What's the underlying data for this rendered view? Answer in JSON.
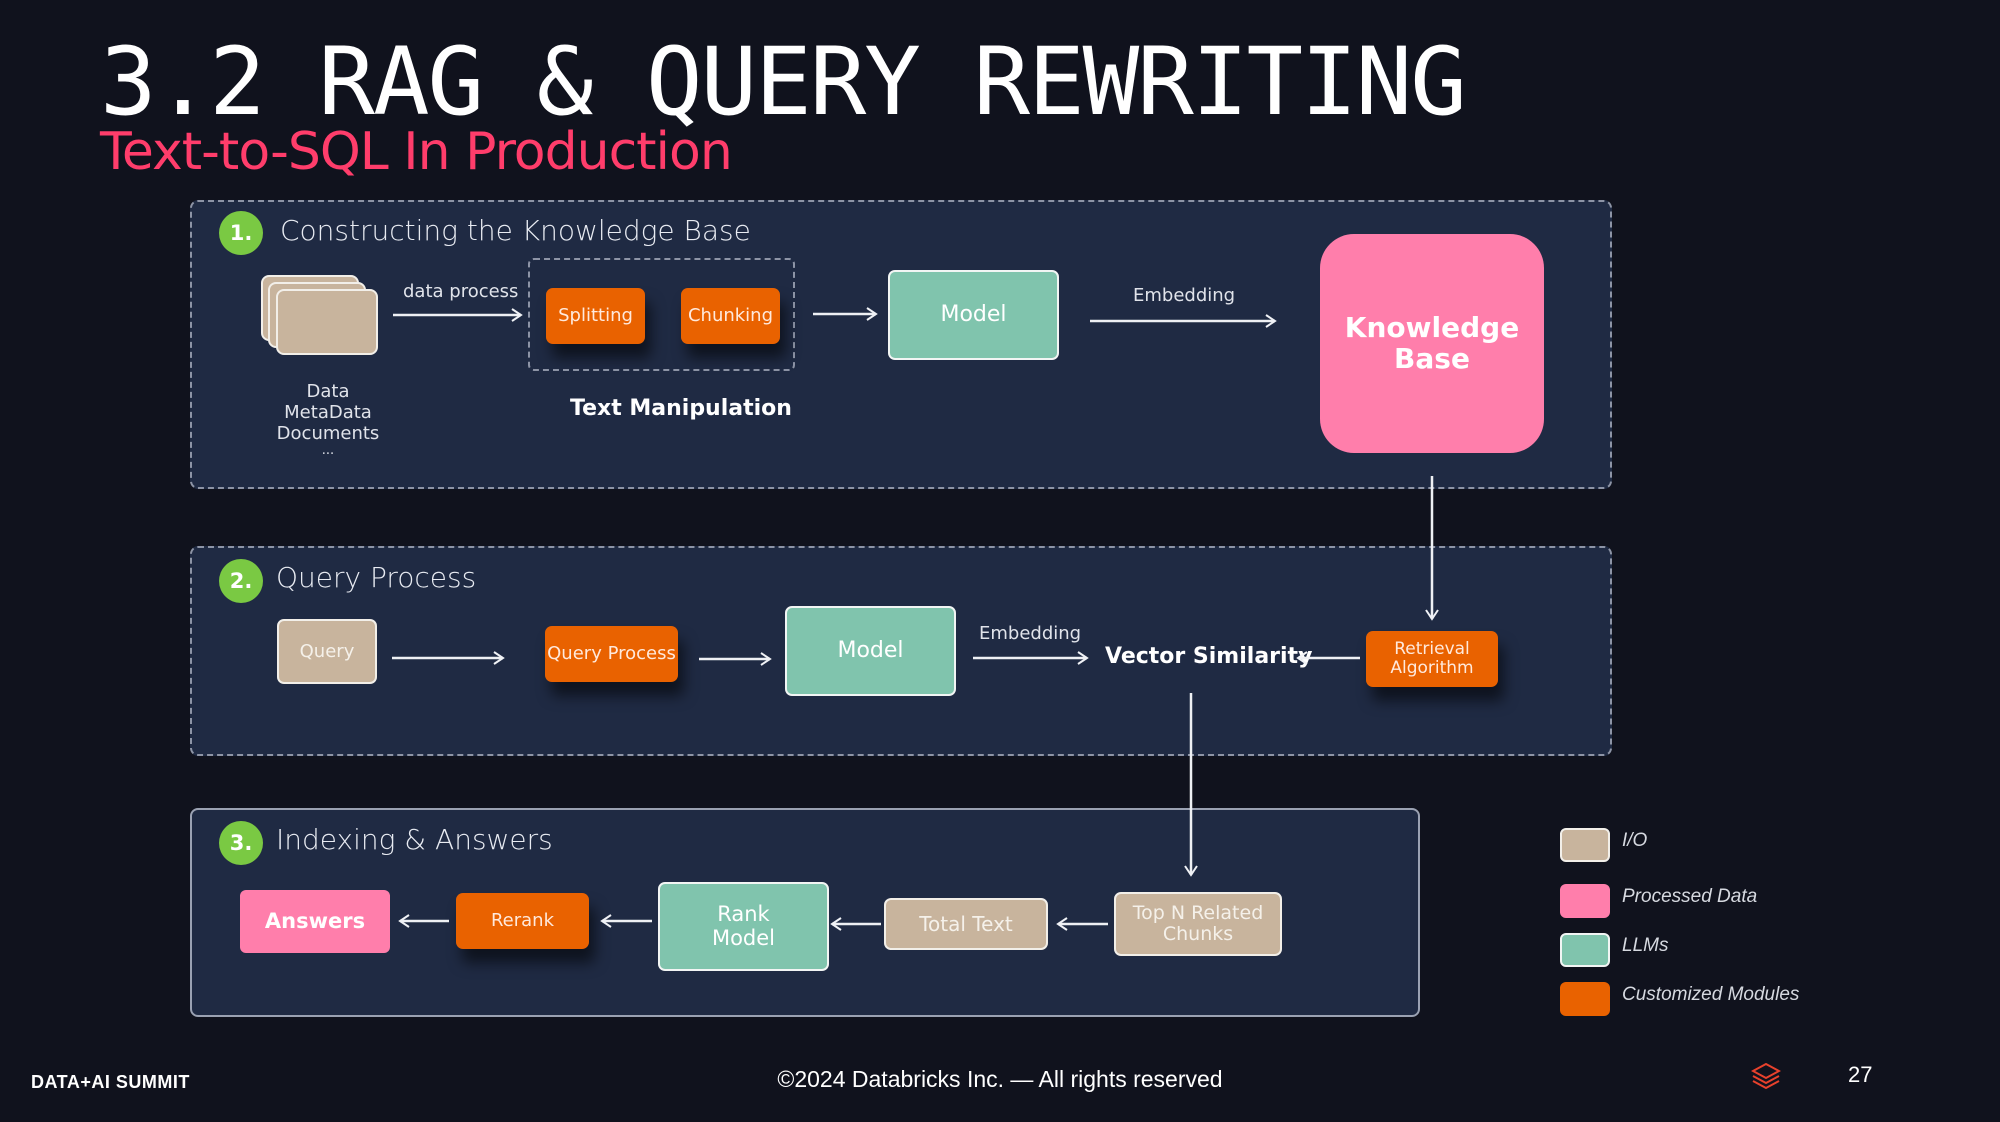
{
  "header": {
    "title": "3.2 RAG & QUERY REWRITING",
    "subtitle": "Text-to-SQL In Production"
  },
  "sections": [
    {
      "number": "1.",
      "title": "Constructing the Knowledge Base",
      "nodes": {
        "data_stack_caption": [
          "Data",
          "MetaData",
          "Documents",
          "..."
        ],
        "data_process_label": "data process",
        "splitting": "Splitting",
        "chunking": "Chunking",
        "text_manipulation": "Text Manipulation",
        "model": "Model",
        "embedding_label": "Embedding",
        "knowledge_base": "Knowledge Base"
      }
    },
    {
      "number": "2.",
      "title": "Query Process",
      "nodes": {
        "query": "Query",
        "query_process": "Query Process",
        "model": "Model",
        "embedding_label": "Embedding",
        "vector_similarity": "Vector Similarity",
        "retrieval_algorithm": "Retrieval Algorithm"
      }
    },
    {
      "number": "3.",
      "title": "Indexing & Answers",
      "nodes": {
        "answers": "Answers",
        "rerank": "Rerank",
        "rank_model": "Rank Model",
        "total_text": "Total Text",
        "top_n_chunks": "Top N Related Chunks"
      }
    }
  ],
  "legend": [
    {
      "label": "I/O",
      "color": "#c8b49d"
    },
    {
      "label": "Processed Data",
      "color": "#ff7eab"
    },
    {
      "label": "LLMs",
      "color": "#80c4ad"
    },
    {
      "label": "Customized Modules",
      "color": "#e96200"
    }
  ],
  "footer": {
    "brand": "DATA+AI SUMMIT",
    "copyright": "©2024 Databricks Inc. — All rights reserved",
    "page_number": "27",
    "logo_icon": "databricks-stack-icon"
  },
  "colors": {
    "background": "#10121d",
    "panel": "#1f2a43",
    "accent_pink": "#ff3d6b",
    "step_badge": "#7ac943"
  }
}
